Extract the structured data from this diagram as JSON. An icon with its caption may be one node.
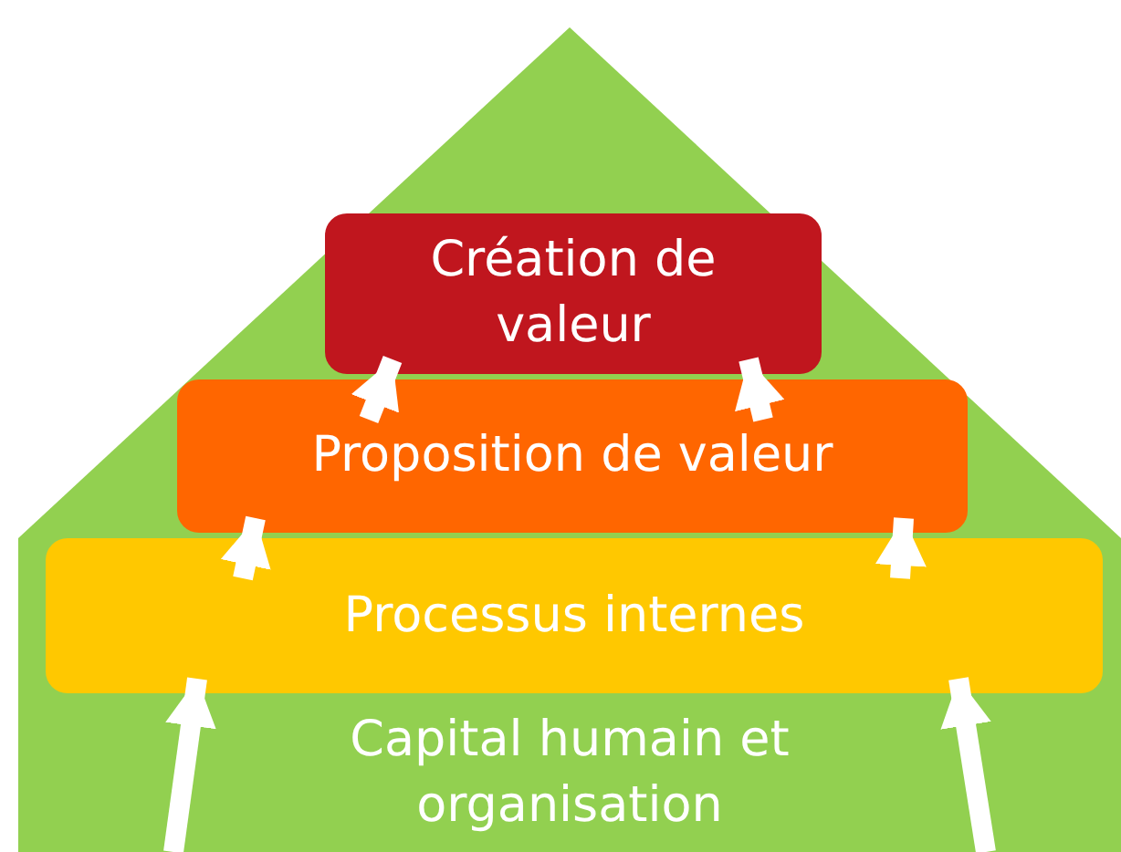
{
  "diagram": {
    "nodes": [
      {
        "text": [
          "Capital humain et organisation"
        ]
      },
      {
        "text": [
          "Processus internes"
        ],
        "in": 0
      },
      {
        "text": [
          "Proposition de valeur"
        ],
        "in": 0
      },
      {
        "text": [
          "Création de valeur"
        ],
        "in": 0
      }
    ],
    "edges": [
      {
        "from": 0,
        "to": 1,
        "arrow": "to"
      },
      {
        "from": 0,
        "to": 1,
        "arrow": "to"
      },
      {
        "from": 1,
        "to": 2,
        "arrow": "to"
      },
      {
        "from": 1,
        "to": 2,
        "arrow": "to"
      },
      {
        "from": 2,
        "to": 3,
        "arrow": "to"
      },
      {
        "from": 2,
        "to": 3,
        "arrow": "to"
      }
    ]
  }
}
